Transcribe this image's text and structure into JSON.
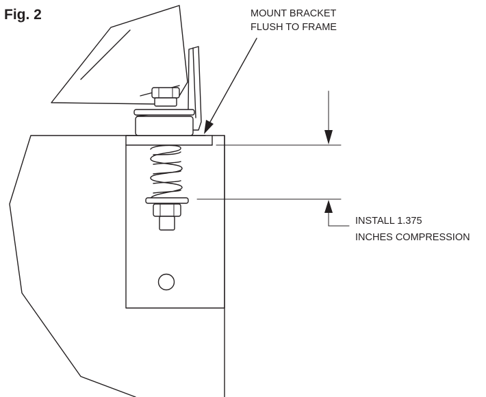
{
  "figure": {
    "title": "Fig. 2"
  },
  "callouts": {
    "mount_line1": "MOUNT BRACKET",
    "mount_line2": "FLUSH TO FRAME",
    "install_line1": "INSTALL 1.375",
    "install_line2": "INCHES COMPRESSION"
  },
  "colors": {
    "ink": "#231f20",
    "paper": "#ffffff"
  }
}
